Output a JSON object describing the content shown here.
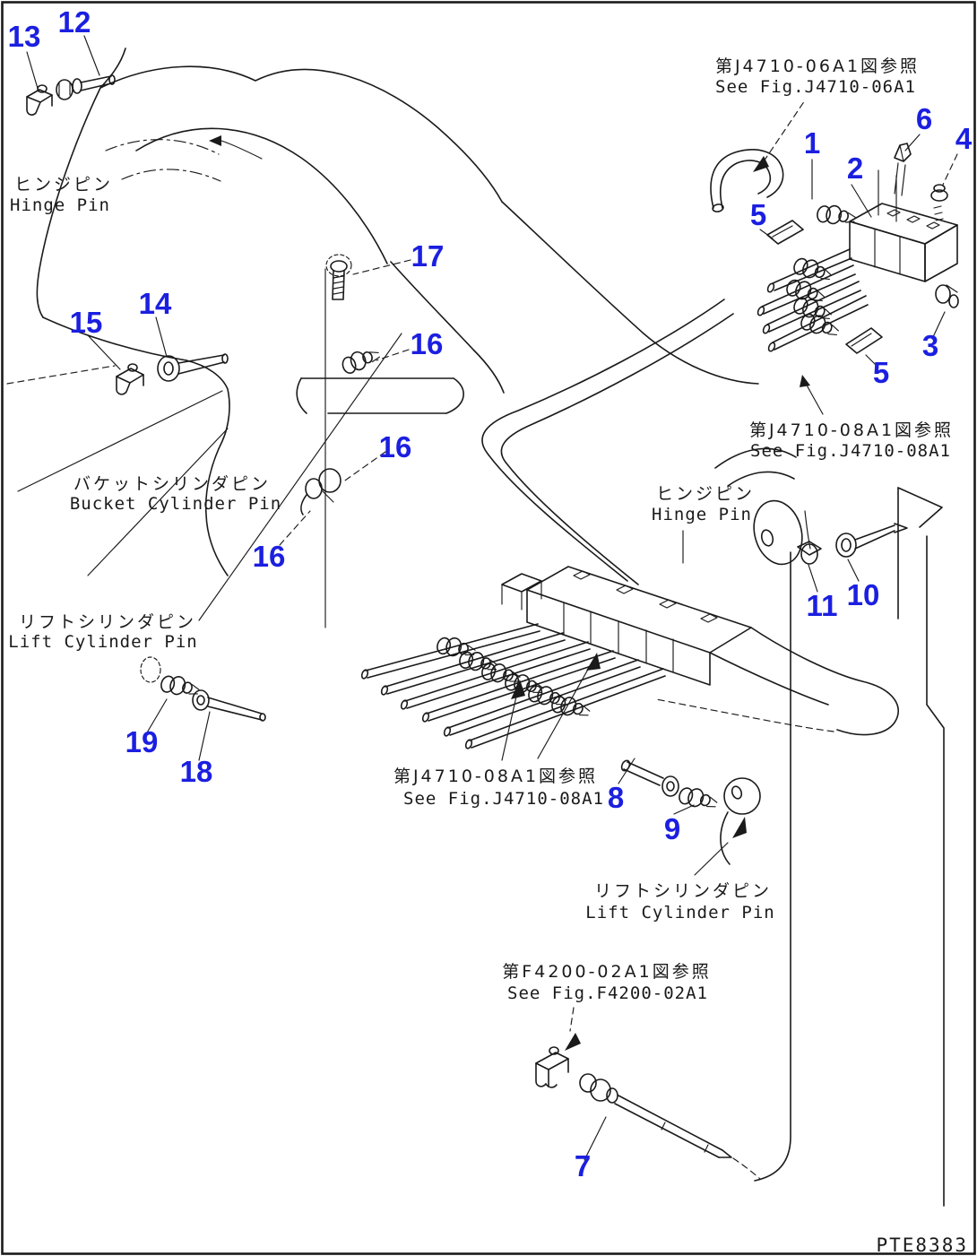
{
  "figure": {
    "part_code": "PTE8383",
    "callout_color": "#1b1fe0",
    "line_color": "#1a1a1a",
    "background": "#ffffff"
  },
  "callouts": {
    "c1": "1",
    "c2": "2",
    "c3": "3",
    "c4": "4",
    "c5a": "5",
    "c5b": "5",
    "c6": "6",
    "c7": "7",
    "c8": "8",
    "c9": "9",
    "c10": "10",
    "c11": "11",
    "c12": "12",
    "c13": "13",
    "c14": "14",
    "c15": "15",
    "c16a": "16",
    "c16b": "16",
    "c16c": "16",
    "c17": "17",
    "c18": "18",
    "c19": "19"
  },
  "labels": {
    "hinge_pin_left": {
      "jp": "ヒンジピン",
      "en": "Hinge Pin"
    },
    "bucket_cylinder_pin": {
      "jp": "バケットシリンダピン",
      "en": "Bucket Cylinder Pin"
    },
    "lift_cylinder_pin_left": {
      "jp": "リフトシリンダピン",
      "en": "Lift Cylinder Pin"
    },
    "hinge_pin_right": {
      "jp": "ヒンジピン",
      "en": "Hinge Pin"
    },
    "lift_cylinder_pin_right": {
      "jp": "リフトシリンダピン",
      "en": "Lift Cylinder Pin"
    }
  },
  "references": {
    "top_right": {
      "jp": "第J4710-06A1図参照",
      "en": "See Fig.J4710-06A1"
    },
    "hinge_right": {
      "jp": "第J4710-08A1図参照",
      "en": "See Fig.J4710-08A1"
    },
    "center": {
      "jp": "第J4710-08A1図参照",
      "en": "See Fig.J4710-08A1"
    },
    "bottom": {
      "jp": "第F4200-02A1図参照",
      "en": "See Fig.F4200-02A1"
    }
  }
}
